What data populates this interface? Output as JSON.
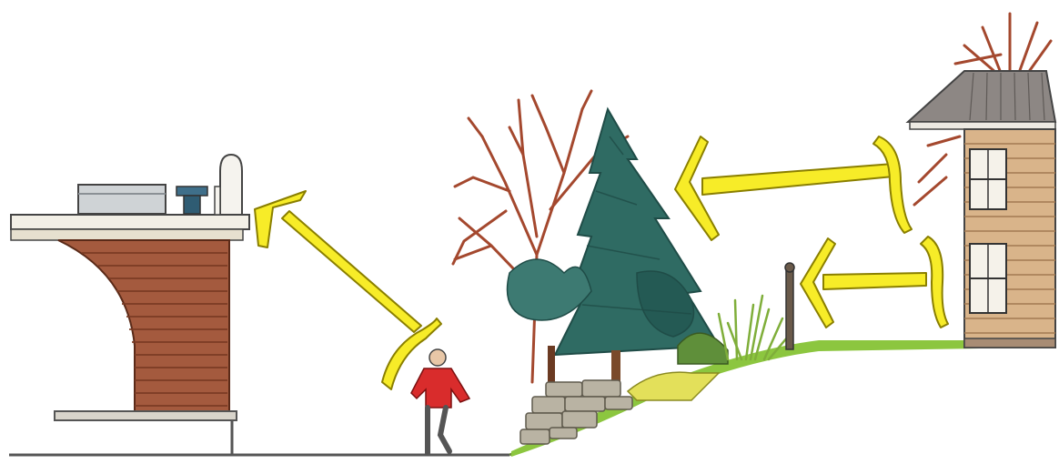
{
  "illustration": {
    "elements": [
      "commercial-building",
      "pedestrian",
      "deciduous-tree",
      "evergreen-tree",
      "stone-retaining-wall",
      "shrubs",
      "fence-post",
      "residential-house",
      "sight-line-arrows"
    ],
    "colors": {
      "brick": "#a45a3e",
      "brick_dark": "#7a3b24",
      "roof_slab": "#f2efe6",
      "evergreen": "#2f6b63",
      "evergreen_dark": "#1f4c47",
      "tree_branch": "#a4482e",
      "grass": "#8cc63f",
      "hill_outline": "#6b8a3a",
      "arrow": "#f7ec28",
      "arrow_outline": "#8a7f00",
      "shirt": "#d92c2c",
      "house_siding": "#d9b48a",
      "stone": "#b9b3a3"
    }
  }
}
